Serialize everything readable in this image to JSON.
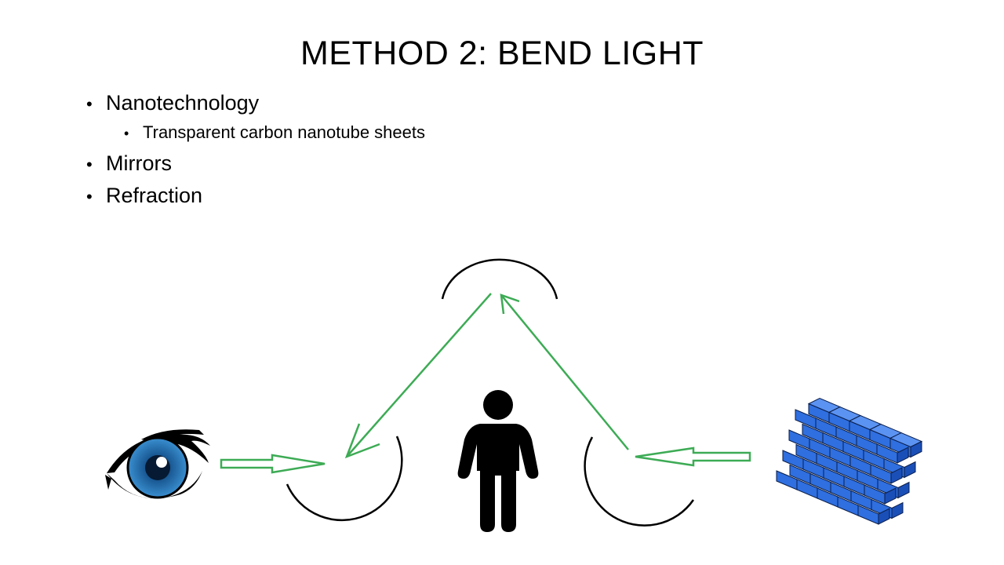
{
  "slide": {
    "title": "METHOD 2: BEND LIGHT",
    "bullets": [
      {
        "text": "Nanotechnology",
        "level": 1
      },
      {
        "text": "Transparent carbon nanotube sheets",
        "level": 2
      },
      {
        "text": "Mirrors",
        "level": 1
      },
      {
        "text": "Refraction",
        "level": 1
      }
    ],
    "bullet_symbol": "•"
  },
  "diagram": {
    "icons": [
      "eye-icon",
      "mirror-icon",
      "person-icon",
      "brick-wall-icon",
      "arrow-icon"
    ],
    "colors": {
      "arrow": "#3dab55",
      "mirror": "#000000",
      "person": "#000000",
      "brick_front": "#2f6fe0",
      "brick_top": "#5b93f2",
      "brick_side": "#1b4fb8",
      "eye_iris": "#1a5a95"
    }
  }
}
